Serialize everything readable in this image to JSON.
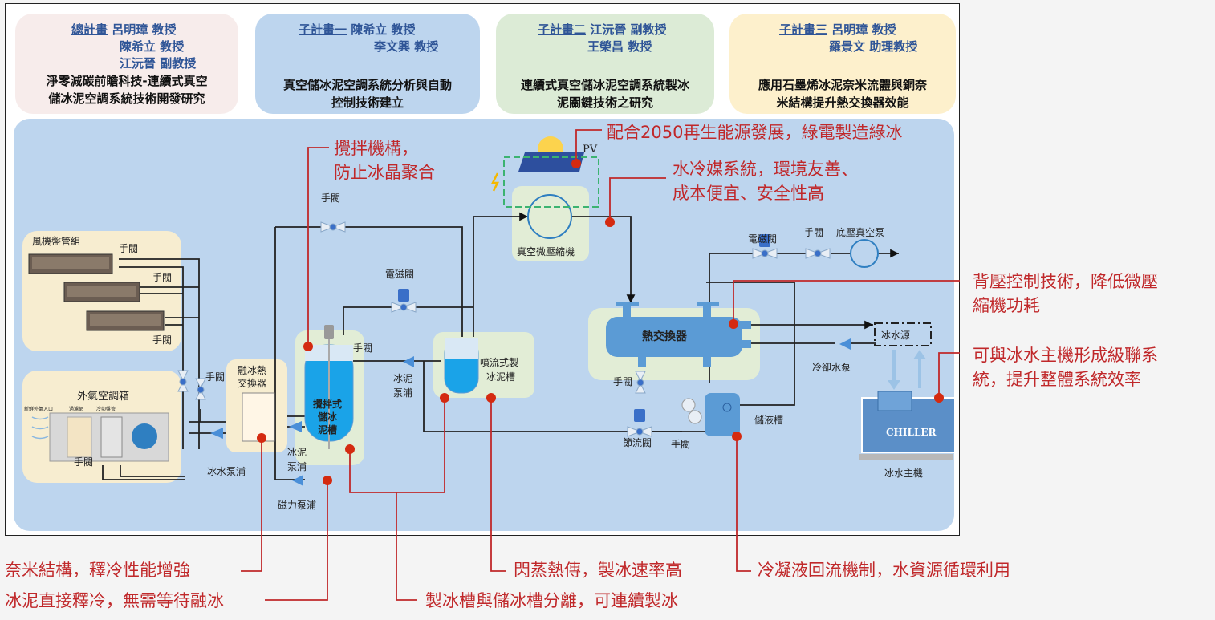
{
  "cards": [
    {
      "role_label": "總計畫",
      "people": [
        "呂明璋 教授",
        "陳希立 教授",
        "江沅晉 副教授"
      ],
      "title_lines": [
        "淨零減碳前瞻科技-連續式真空",
        "儲冰泥空調系統技術開發研究"
      ],
      "bg": "#f7eceb"
    },
    {
      "role_label": "子計畫一",
      "people": [
        "陳希立 教授",
        "李文興 教授"
      ],
      "title_lines": [
        "真空儲冰泥空調系統分析與自動",
        "控制技術建立"
      ],
      "bg": "#bdd5ee"
    },
    {
      "role_label": "子計畫二",
      "people": [
        "江沅晉 副教授",
        "王榮昌 教授"
      ],
      "title_lines": [
        "連續式真空儲冰泥空調系統製冰",
        "泥關鍵技術之研究"
      ],
      "bg": "#dcebd6"
    },
    {
      "role_label": "子計畫三",
      "people": [
        "呂明璋 教授",
        "羅景文 助理教授"
      ],
      "title_lines": [
        "應用石墨烯冰泥奈米流體與銅奈",
        "米結構提升熱交換器效能"
      ],
      "bg": "#fdf0cc"
    }
  ],
  "diagram_labels": {
    "fan_coil_group": "風機盤管組",
    "manual_valve": "手閥",
    "outdoor_air_unit": "外氣空調箱",
    "fresh_air_inlet": "新鮮外氣入口",
    "filter": "過濾網",
    "cooling_coil": "冷卻盤管",
    "melt_hx_line1": "融冰熱",
    "melt_hx_line2": "交換器",
    "chilled_water_pump": "冰水泵浦",
    "slurry_pump_line1": "冰泥",
    "slurry_pump_line2": "泵浦",
    "magnetic_pump": "磁力泵浦",
    "storage_tank_lines": [
      "攪拌式",
      "儲冰",
      "泥槽"
    ],
    "solenoid_valve": "電磁閥",
    "spray_tank_line1": "噴流式製",
    "spray_tank_line2": "冰泥槽",
    "pv": "PV",
    "vacuum_compressor": "真空微壓縮機",
    "low_pressure_vacuum_pump": "底壓真空泵",
    "heat_exchanger": "熱交換器",
    "throttle_valve": "節流閥",
    "liquid_receiver": "儲液槽",
    "cooling_water_pump": "冷卻水泵",
    "chilled_water_source": "冰水源",
    "chiller_text": "CHILLER",
    "chiller_unit": "冰水主機"
  },
  "callouts": {
    "stirring": [
      "攪拌機構，",
      "防止冰晶聚合"
    ],
    "green_power": "配合2050再生能源發展，綠電製造綠冰",
    "water_refrigerant": [
      "水冷媒系統，環境友善、",
      "成本便宜、安全性高"
    ],
    "back_pressure": [
      "背壓控制技術，降低微壓",
      "縮機功耗"
    ],
    "cascade": [
      "可與冰水主機形成級聯系",
      "統，提升整體系統效率"
    ],
    "nano_structure": "奈米結構，釋冷性能增強",
    "direct_release": "冰泥直接釋冷，無需等待融冰",
    "flash_evaporation": "閃蒸熱傳，製冰速率高",
    "separate_tanks": "製冰槽與儲冰槽分離，可連續製冰",
    "condensate_return": "冷凝液回流機制，水資源循環利用"
  },
  "colors": {
    "callout_red": "#c0282a",
    "marker_red": "#d42a10",
    "people_blue": "#2f5597",
    "diagram_bg": "#bdd5ee",
    "equipment_blue": "#5b9bd5",
    "slurry_blue": "#1aa3e8",
    "highlight_yellow": "#fdf0cc",
    "highlight_green": "#e6f0d3"
  }
}
